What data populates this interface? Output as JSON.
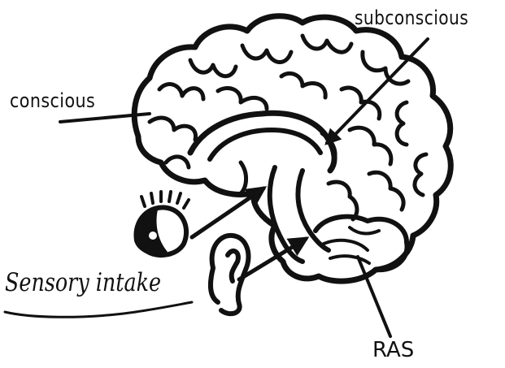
{
  "labels": {
    "conscious": "conscious",
    "subconscious": "subconscious",
    "sensory_intake": "Sensory intake",
    "ras": "RAS"
  },
  "icons": [
    "brain-sketch",
    "eye-icon",
    "ear-icon"
  ],
  "colors": {
    "ink": "#111111",
    "background": "#ffffff"
  }
}
